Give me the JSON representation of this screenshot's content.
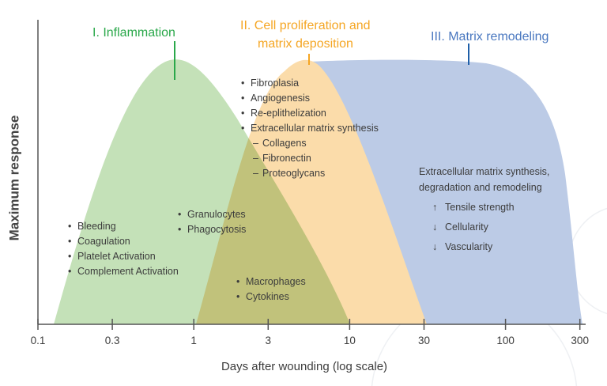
{
  "colors": {
    "inflammation": "#2aa84a",
    "proliferation": "#f5a623",
    "remodeling": "#4a78c0",
    "green_fill": "#c4e1b8",
    "orange_fill": "#fbdcaa",
    "blue_fill": "#bccbe6"
  },
  "y_axis_label": "Maximum response",
  "x_axis_label": "Days after wounding (log scale)",
  "x_ticks": [
    "0.1",
    "0.3",
    "1",
    "3",
    "10",
    "30",
    "100",
    "300"
  ],
  "phases": {
    "inflammation": {
      "title": "I. Inflammation"
    },
    "proliferation": {
      "title_line1": "II. Cell proliferation and",
      "title_line2": "matrix deposition"
    },
    "remodeling": {
      "title": "III. Matrix remodeling"
    }
  },
  "lists": {
    "hemostasis": [
      "Bleeding",
      "Coagulation",
      "Platelet Activation",
      "Complement Activation"
    ],
    "cells": [
      "Granulocytes",
      "Phagocytosis"
    ],
    "macrophages": [
      "Macrophages",
      "Cytokines"
    ],
    "proliferation": [
      "Fibroplasia",
      "Angiogenesis",
      "Re-eplithelization",
      "Extracellular matrix synthesis"
    ],
    "ecm_components": [
      "Collagens",
      "Fibronectin",
      "Proteoglycans"
    ],
    "remodeling_desc_line1": "Extracellular matrix synthesis,",
    "remodeling_desc_line2": "degradation and remodeling",
    "remodeling_effects": [
      {
        "arrow": "↑",
        "label": "Tensile strength"
      },
      {
        "arrow": "↓",
        "label": "Cellularity"
      },
      {
        "arrow": "↓",
        "label": "Vascularity"
      }
    ]
  },
  "bullet": "•",
  "dash": "–"
}
